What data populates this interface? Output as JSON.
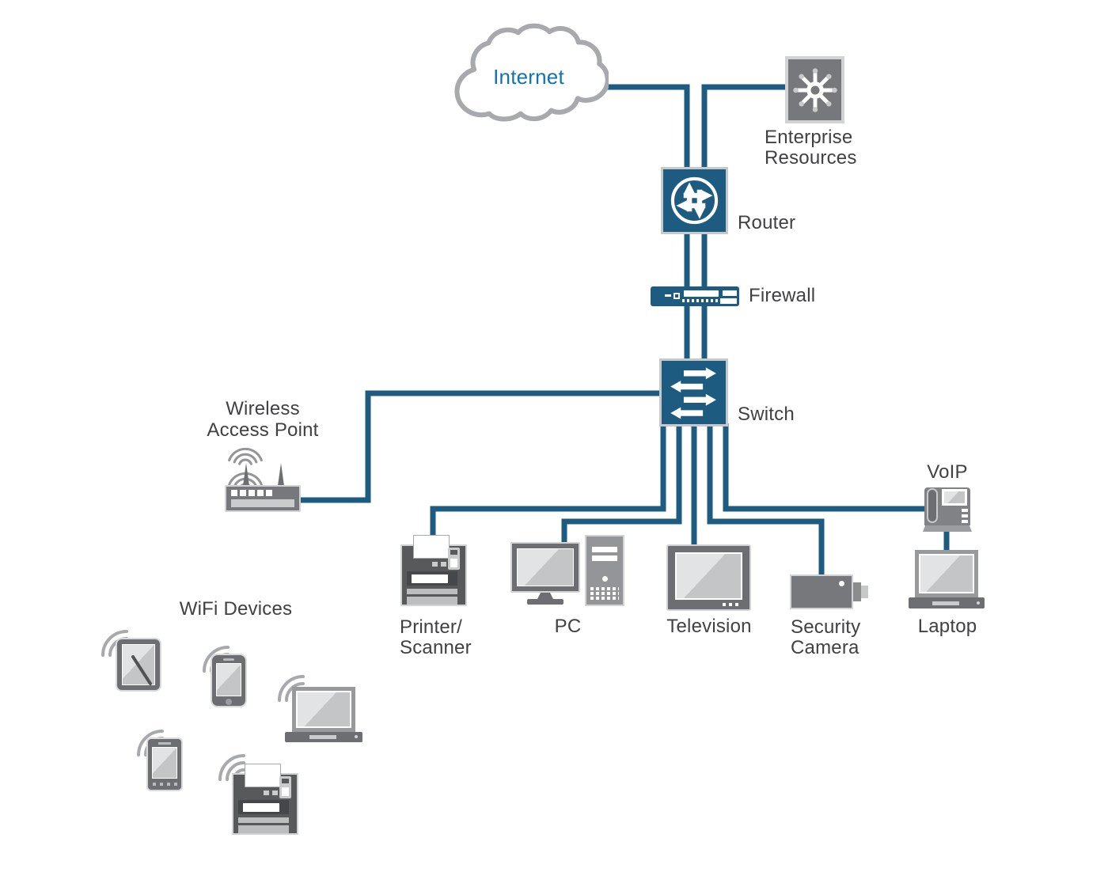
{
  "colors": {
    "link_line": "#1d5c80",
    "node_blue": "#1d5c80",
    "box_gray": "#77787b",
    "label_text": "#414042",
    "internet_text": "#1273b2",
    "device_gray_dark": "#58595b",
    "device_gray_mid": "#77787b",
    "device_gray_light": "#d1d3d4",
    "cloud_outline": "#a7a9ac"
  },
  "nodes": {
    "internet": {
      "label": "Internet",
      "icon": "cloud-icon"
    },
    "enterprise_resources": {
      "label_lines": [
        "Enterprise",
        "Resources"
      ],
      "icon": "sunburst-icon"
    },
    "router": {
      "label": "Router",
      "icon": "router-arrows-icon"
    },
    "firewall": {
      "label": "Firewall",
      "icon": "firewall-appliance-icon"
    },
    "switch": {
      "label": "Switch",
      "icon": "switch-arrows-icon"
    },
    "wireless_access_point": {
      "label_lines": [
        "Wireless",
        "Access Point"
      ],
      "icon": "wireless-access-point-icon"
    },
    "voip": {
      "label": "VoIP",
      "icon": "desk-phone-icon"
    },
    "laptop": {
      "label": "Laptop",
      "icon": "laptop-icon"
    },
    "printer_scanner": {
      "label_lines": [
        "Printer/",
        "Scanner"
      ],
      "icon": "printer-icon"
    },
    "pc": {
      "label": "PC",
      "icon": "desktop-pc-icon"
    },
    "television": {
      "label": "Television",
      "icon": "tv-icon"
    },
    "security_camera": {
      "label_lines": [
        "Security",
        "Camera"
      ],
      "icon": "security-camera-icon"
    },
    "wifi_devices": {
      "label": "WiFi Devices",
      "icons": [
        "tablet-icon",
        "smartphone-icon",
        "laptop-icon",
        "smartphone-icon",
        "printer-icon"
      ]
    }
  },
  "connections": [
    {
      "from": "internet",
      "to": "router",
      "lines": 1
    },
    {
      "from": "enterprise_resources",
      "to": "router",
      "lines": 1
    },
    {
      "from": "router",
      "to": "firewall",
      "lines": 2
    },
    {
      "from": "firewall",
      "to": "switch",
      "lines": 2
    },
    {
      "from": "switch",
      "to": "wireless_access_point",
      "lines": 1
    },
    {
      "from": "switch",
      "to": "printer_scanner",
      "lines": 1
    },
    {
      "from": "switch",
      "to": "pc",
      "lines": 1
    },
    {
      "from": "switch",
      "to": "television",
      "lines": 1
    },
    {
      "from": "switch",
      "to": "security_camera",
      "lines": 1
    },
    {
      "from": "switch",
      "to": "voip",
      "lines": 1
    },
    {
      "from": "voip",
      "to": "laptop",
      "lines": 1
    }
  ]
}
